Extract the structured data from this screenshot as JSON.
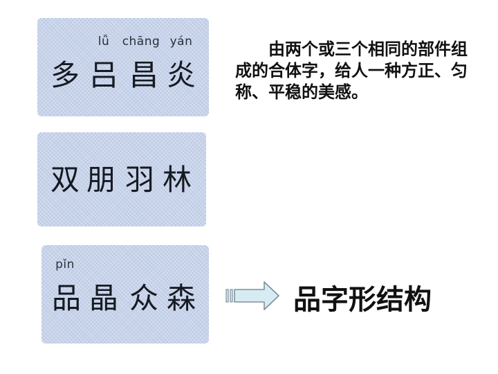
{
  "cards": [
    {
      "pinyin": [
        "",
        "lǚ",
        "chāng",
        "yán"
      ],
      "chars": [
        "多",
        "吕",
        "昌",
        "炎"
      ]
    },
    {
      "pinyin": [
        "",
        "",
        "",
        ""
      ],
      "chars": [
        "双",
        "朋",
        "羽",
        "林"
      ]
    },
    {
      "pinyin": [
        "pǐn",
        "",
        "",
        ""
      ],
      "chars": [
        "品",
        "晶",
        "众",
        "森"
      ]
    }
  ],
  "description": "由两个或三个相同的部件组成的合体字，给人一种方正、匀称、平稳的美感。",
  "title": "品字形结构",
  "colors": {
    "card_bg": "#c7d3ea",
    "arrow_fill": "#d6ecf2",
    "arrow_stroke": "#7d8f9c"
  }
}
